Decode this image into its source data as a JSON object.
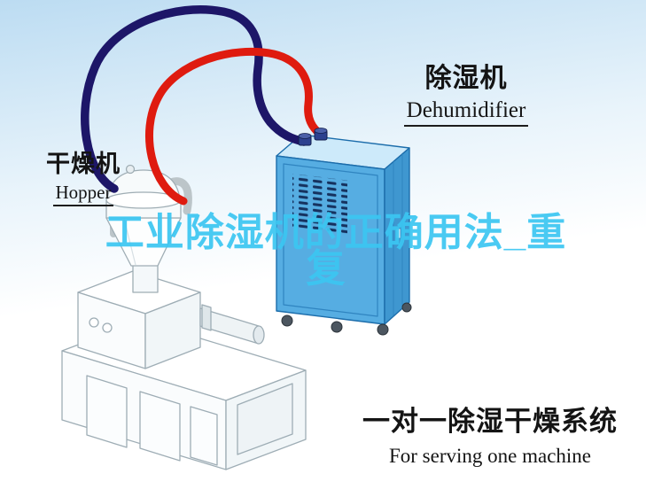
{
  "labels": {
    "hopper": {
      "cn": "干燥机",
      "en": "Hopper"
    },
    "dehumidifier": {
      "cn": "除湿机",
      "en": "Dehumidifier"
    }
  },
  "watermark": {
    "line1": "工业除湿机的正确用法_重",
    "line2": "复",
    "color": "#3bc6f2"
  },
  "caption": {
    "cn": "一对一除湿干燥系统",
    "en": "For serving one machine"
  },
  "colors": {
    "sky": "#bcdcf2",
    "pipe_red": "#df1b0f",
    "pipe_navy": "#1d1668",
    "cabinet_front": "#56ade2",
    "cabinet_side": "#3f97d0",
    "cabinet_top": "#cdeafa"
  }
}
